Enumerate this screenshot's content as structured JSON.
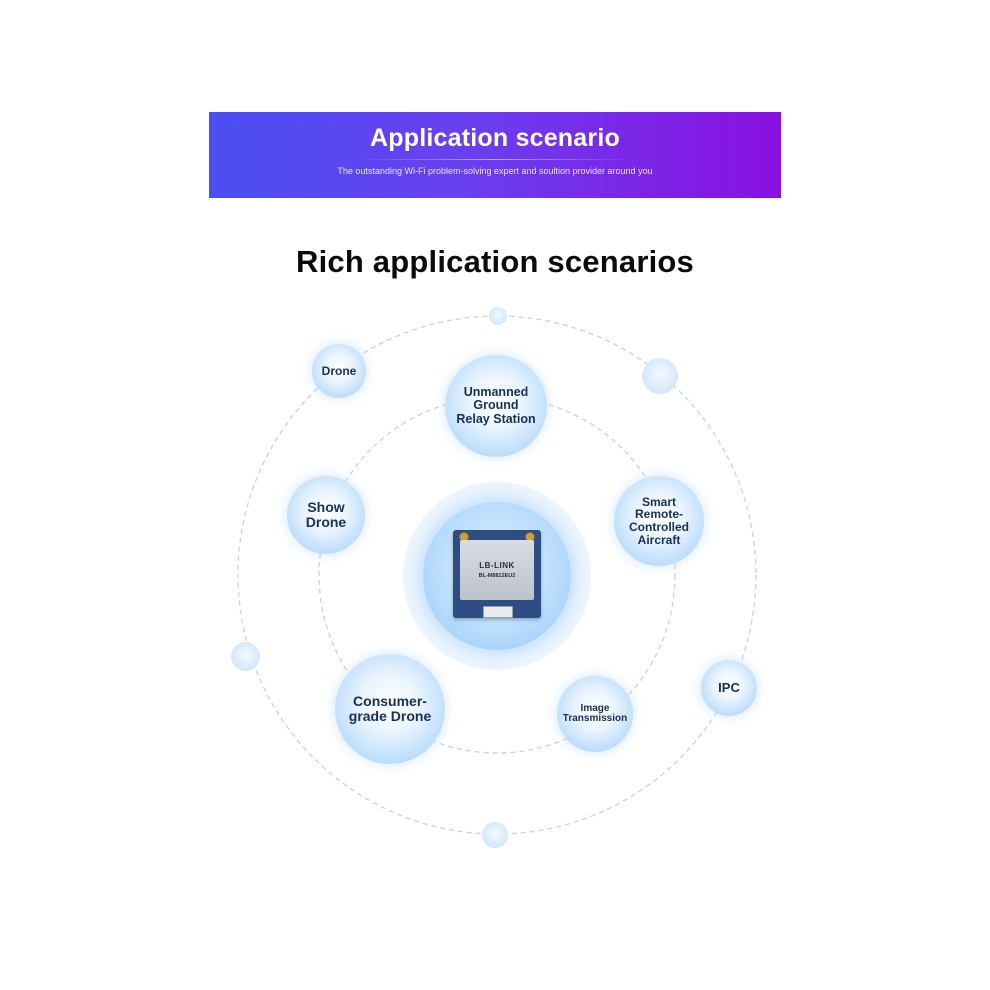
{
  "banner": {
    "title": "Application scenario",
    "subtitle": "The outstanding Wi-Fi problem-solving expert and soultion provider around you",
    "gradient_start": "#4a4ff2",
    "gradient_end": "#8a10e0"
  },
  "heading": "Rich application scenarios",
  "scenarios": {
    "drone": "Drone",
    "relay": "Unmanned\nGround\nRelay Station",
    "show": "Show\nDrone",
    "smart": "Smart\nRemote-\nControlled\nAircraft",
    "consumer": "Consumer-\ngrade Drone",
    "image": "Image\nTransmission",
    "ipc": "IPC"
  },
  "module": {
    "brand": "LB-LINK",
    "model": "BL-M8812EU2"
  },
  "colors": {
    "bubble_text": "#15305a",
    "orbit_line": "#d0d3d8",
    "module_pcb": "#2e4d82"
  }
}
